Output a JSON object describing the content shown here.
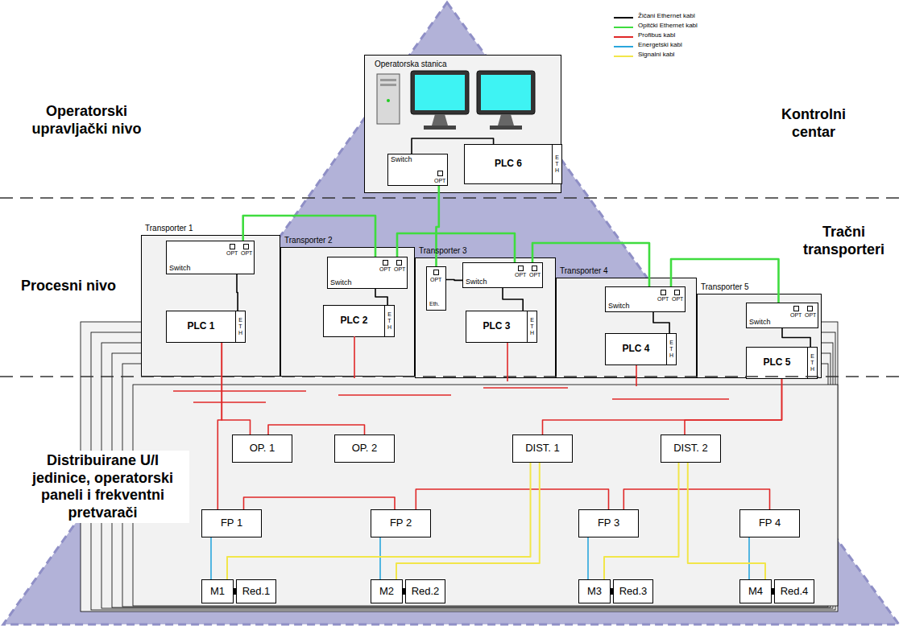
{
  "diagram": {
    "nodes": [
      {
        "text": [
          "Operatorska stanica"
        ]
      },
      {
        "text": [
          "Switch",
          "OPT"
        ],
        "in": 0
      },
      {
        "text": [
          "PLC 6",
          "ETH"
        ],
        "in": 0
      },
      {
        "text": [
          "Transporter 1"
        ]
      },
      {
        "text": [
          "OPT",
          "OPT",
          "Switch"
        ],
        "in": 3
      },
      {
        "text": [
          "PLC 1",
          "ETH"
        ],
        "in": 3
      },
      {
        "text": [
          "Transporter 2"
        ]
      },
      {
        "text": [
          "OPT",
          "OPT",
          "Switch"
        ],
        "in": 6
      },
      {
        "text": [
          "PLC 2",
          "ETH"
        ],
        "in": 6
      },
      {
        "text": [
          "Transporter 3"
        ]
      },
      {
        "text": [
          "OPT",
          "Eth."
        ],
        "in": 9
      },
      {
        "text": [
          "OPT",
          "OPT",
          "Switch"
        ],
        "in": 9
      },
      {
        "text": [
          "PLC 3",
          "ETH"
        ],
        "in": 9
      },
      {
        "text": [
          "Transporter 4"
        ]
      },
      {
        "text": [
          "OPT",
          "OPT",
          "Switch"
        ],
        "in": 13
      },
      {
        "text": [
          "PLC 4",
          "ETH"
        ],
        "in": 13
      },
      {
        "text": [
          "Transporter 5"
        ]
      },
      {
        "text": [
          "OPT",
          "OPT",
          "Switch"
        ],
        "in": 16
      },
      {
        "text": [
          "PLC 5",
          "ETH"
        ],
        "in": 16
      },
      {
        "text": [
          "OP. 1"
        ]
      },
      {
        "text": [
          "OP. 2"
        ]
      },
      {
        "text": [
          "DIST. 1"
        ]
      },
      {
        "text": [
          "DIST. 2"
        ]
      },
      {
        "text": [
          "FP 1"
        ]
      },
      {
        "text": [
          "FP 2"
        ]
      },
      {
        "text": [
          "FP 3"
        ]
      },
      {
        "text": [
          "FP 4"
        ]
      },
      {
        "text": [
          "M1"
        ]
      },
      {
        "text": [
          "Red.1"
        ]
      },
      {
        "text": [
          "M2"
        ]
      },
      {
        "text": [
          "Red.2"
        ]
      },
      {
        "text": [
          "M3"
        ]
      },
      {
        "text": [
          "Red.3"
        ]
      },
      {
        "text": [
          "M4"
        ]
      },
      {
        "text": [
          "Red.4"
        ]
      }
    ],
    "edges": [
      {
        "from": 1,
        "to": 2,
        "arrow": "none"
      },
      {
        "from": 1,
        "to": 10,
        "arrow": "none"
      },
      {
        "from": 4,
        "to": 7,
        "arrow": "none"
      },
      {
        "from": 7,
        "to": 11,
        "arrow": "none"
      },
      {
        "from": 11,
        "to": 14,
        "arrow": "none"
      },
      {
        "from": 14,
        "to": 17,
        "arrow": "none"
      },
      {
        "from": 4,
        "to": 5,
        "arrow": "none"
      },
      {
        "from": 7,
        "to": 8,
        "arrow": "none"
      },
      {
        "from": 10,
        "to": 11,
        "arrow": "none"
      },
      {
        "from": 11,
        "to": 12,
        "arrow": "none"
      },
      {
        "from": 14,
        "to": 15,
        "arrow": "none"
      },
      {
        "from": 17,
        "to": 18,
        "arrow": "none"
      },
      {
        "from": 5,
        "to": 19,
        "arrow": "none"
      },
      {
        "from": 5,
        "to": 23,
        "arrow": "none"
      },
      {
        "from": 19,
        "to": 20,
        "arrow": "none"
      },
      {
        "from": 23,
        "to": 24,
        "arrow": "none"
      },
      {
        "from": 18,
        "to": 21,
        "arrow": "none"
      },
      {
        "from": 18,
        "to": 22,
        "arrow": "none"
      },
      {
        "from": 24,
        "to": 25,
        "arrow": "none"
      },
      {
        "from": 25,
        "to": 26,
        "arrow": "none"
      },
      {
        "from": 23,
        "to": 27,
        "arrow": "none"
      },
      {
        "from": 24,
        "to": 29,
        "arrow": "none"
      },
      {
        "from": 25,
        "to": 31,
        "arrow": "none"
      },
      {
        "from": 26,
        "to": 33,
        "arrow": "none"
      },
      {
        "from": 21,
        "to": 27,
        "arrow": "none"
      },
      {
        "from": 21,
        "to": 29,
        "arrow": "none"
      },
      {
        "from": 22,
        "to": 31,
        "arrow": "none"
      },
      {
        "from": 22,
        "to": 33,
        "arrow": "none"
      }
    ],
    "labels": [
      "Operatorski upravljački nivo",
      "Kontrolni centar",
      "Procesni nivo",
      "Tračni transporteri",
      "Distribuirane U/I jedinice, operatorski paneli i frekventni pretvarači"
    ],
    "legend": [
      {
        "text": "Žičani Ethernet kabl",
        "color": "#000000"
      },
      {
        "text": "Opitčki Ethernet kabl",
        "color": "#3fdc3f"
      },
      {
        "text": "Profibus kabl",
        "color": "#e02828"
      },
      {
        "text": "Energetski kabl",
        "color": "#2aa6dc"
      },
      {
        "text": "Signalni kabl",
        "color": "#f2e64a"
      }
    ]
  }
}
